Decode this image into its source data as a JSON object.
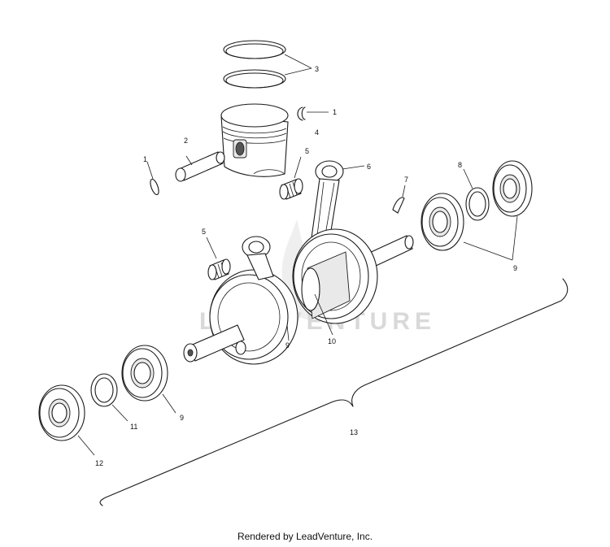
{
  "watermark": "LEADVENTURE",
  "footer": {
    "credit": "Rendered by LeadVenture, Inc."
  },
  "callouts": [
    {
      "id": "c-3",
      "text": "3"
    },
    {
      "id": "c-1a",
      "text": "1"
    },
    {
      "id": "c-4",
      "text": "4"
    },
    {
      "id": "c-2",
      "text": "2"
    },
    {
      "id": "c-1b",
      "text": "1"
    },
    {
      "id": "c-5a",
      "text": "5"
    },
    {
      "id": "c-6",
      "text": "6"
    },
    {
      "id": "c-7",
      "text": "7"
    },
    {
      "id": "c-8",
      "text": "8"
    },
    {
      "id": "c-5b",
      "text": "5"
    },
    {
      "id": "c-9a",
      "text": "9"
    },
    {
      "id": "c-9b",
      "text": "9"
    },
    {
      "id": "c-10",
      "text": "10"
    },
    {
      "id": "c-9c",
      "text": "9"
    },
    {
      "id": "c-11",
      "text": "11"
    },
    {
      "id": "c-12",
      "text": "12"
    },
    {
      "id": "c-13",
      "text": "13"
    }
  ]
}
